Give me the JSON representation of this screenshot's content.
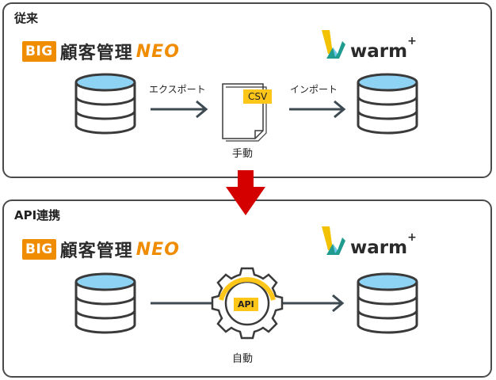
{
  "top_panel": {
    "title": "従来",
    "source_logo": {
      "badge": "BIG",
      "name": "顧客管理",
      "suffix": "NEO"
    },
    "target_logo": {
      "name": "warm",
      "sup": "+"
    },
    "export_label": "エクスポート",
    "file_tag": "CSV",
    "import_label": "インポート",
    "caption": "手動"
  },
  "bottom_panel": {
    "title": "API連携",
    "source_logo": {
      "badge": "BIG",
      "name": "顧客管理",
      "suffix": "NEO"
    },
    "target_logo": {
      "name": "warm",
      "sup": "+"
    },
    "api_tag": "API",
    "caption": "自動"
  },
  "colors": {
    "border": "#4a4a4a",
    "db_stroke": "#3a3a3a",
    "db_top": "#8fd3f4",
    "arrow": "#3d4a52",
    "transition_arrow": "#d40000",
    "accent_orange": "#f08c00",
    "tag_yellow": "#ffc61a"
  }
}
